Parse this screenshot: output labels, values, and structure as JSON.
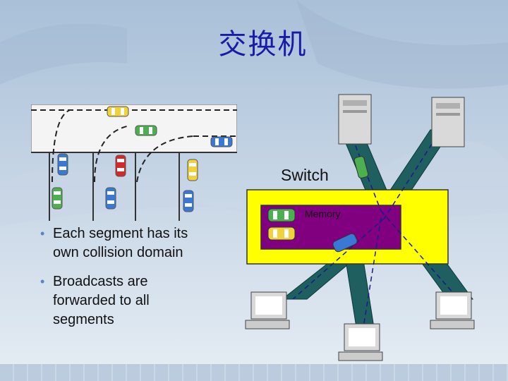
{
  "title": "交换机",
  "bullets": [
    {
      "lines": [
        "Each segment has its",
        "own collision domain"
      ]
    },
    {
      "lines": [
        "Broadcasts are",
        "forwarded to all",
        "segments"
      ]
    }
  ],
  "labels": {
    "switch": "Switch",
    "memory": "Memory"
  },
  "colors": {
    "title": "#1a1aa8",
    "switch_box": "#ffff00",
    "memory_box": "#800080",
    "cable": "#1f5f5f"
  }
}
